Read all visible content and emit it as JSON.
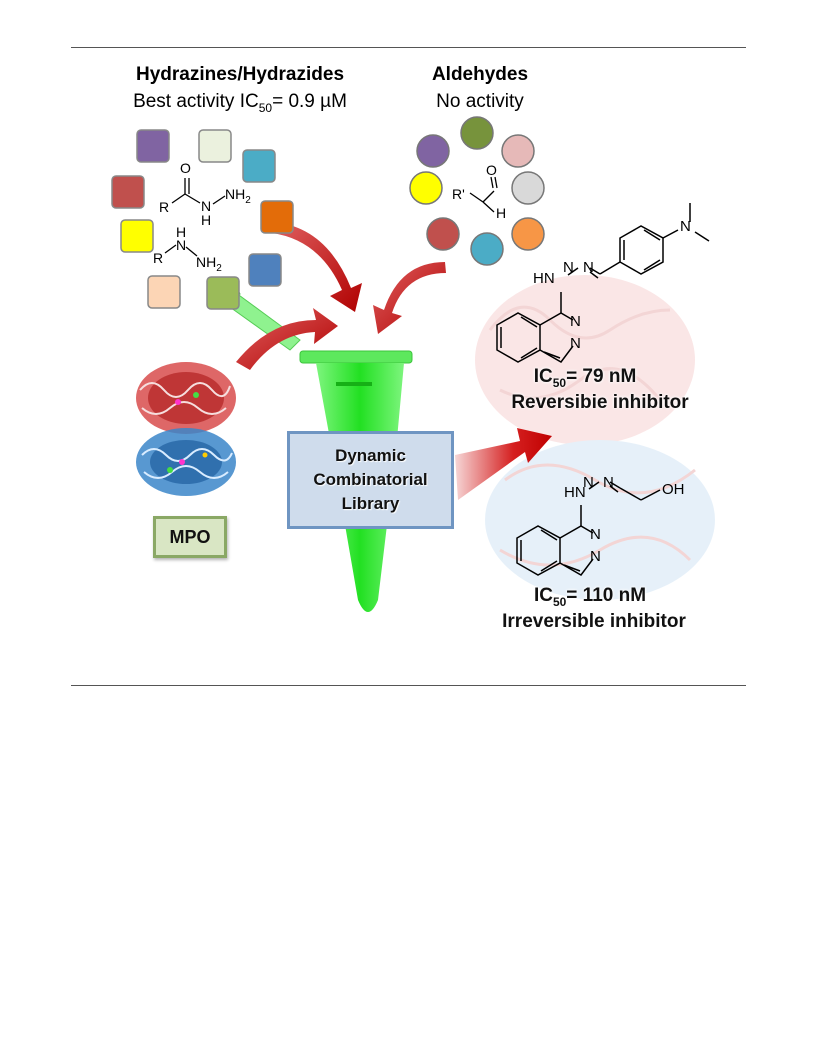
{
  "hydrazines": {
    "title": "Hydrazines/Hydrazides",
    "subtitle_prefix": "Best activity IC",
    "subtitle_sub": "50",
    "subtitle_suffix": "= 0.9 µM"
  },
  "aldehydes": {
    "title": "Aldehydes",
    "subtitle": "No activity"
  },
  "labels": {
    "hydrazide_R": "R",
    "hydrazide_O": "O",
    "hydrazide_N": "N",
    "hydrazide_H": "H",
    "hydrazide_NH2": "NH",
    "hydrazide_NH2_sub": "2",
    "hydrazine_R": "R",
    "hydrazine_H": "H",
    "hydrazine_N": "N",
    "hydrazine_NH2": "NH",
    "hydrazine_NH2_sub": "2",
    "aldehyde_R": "R'",
    "aldehyde_O": "O",
    "aldehyde_H": "H"
  },
  "library": {
    "line1": "Dynamic",
    "line2": "Combinatorial",
    "line3": "Library"
  },
  "enzyme": {
    "label": "MPO"
  },
  "compound1": {
    "ic50_prefix": "IC",
    "ic50_sub": "50",
    "ic50_suffix": "= 79 nM",
    "type": "Reversibie inhibitor",
    "hn": "HN",
    "n": "N",
    "n_dim": "N"
  },
  "compound2": {
    "ic50_prefix": "IC",
    "ic50_sub": "50",
    "ic50_suffix": "= 110 nM",
    "type": "Irreversible inhibitor",
    "hn": "HN",
    "n": "N",
    "oh": "OH"
  },
  "colors": {
    "square_blocks": [
      "#8064a2",
      "#ebf1de",
      "#4bacc6",
      "#c0504d",
      "#e36c09",
      "#ffff00",
      "#4f81bd",
      "#fcd5b5",
      "#9bbb59"
    ],
    "circle_blocks": [
      "#8064a2",
      "#77933c",
      "#e6b9b8",
      "#ffff00",
      "#d9d9d9",
      "#c0504d",
      "#4bacc6",
      "#f79646"
    ],
    "arrow": "#c00000",
    "tube": "#33ee33",
    "library_box": "#cfdcec",
    "mpo_box": "#d9e6c4"
  }
}
